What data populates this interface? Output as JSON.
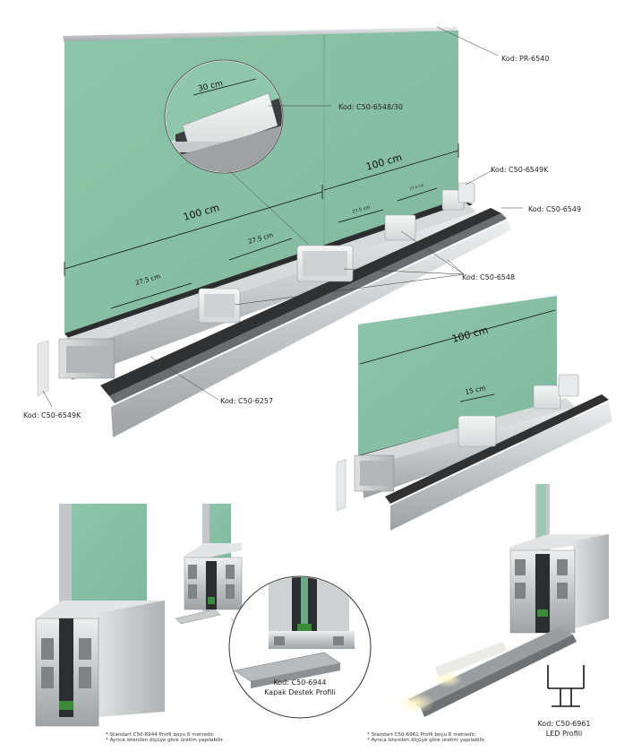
{
  "labels": {
    "pr6540": "Kod: PR-6540",
    "c50_6548_30": "Kod: C50-6548/30",
    "c50_6549k_top": "Kod: C50-6549K",
    "c50_6549": "Kod: C50-6549",
    "c50_6548": "Kod: C50-6548",
    "c50_6257": "Kod: C50-6257",
    "c50_6549k_left": "Kod: C50-6549K",
    "c50_6944": "Kod: C50-6944",
    "kapak": "Kapak Destek Profili",
    "c50_6961": "Kod: C50-6961",
    "led": "LED Profili"
  },
  "dimensions": {
    "d30": "30 cm",
    "d100a": "100 cm",
    "d100b": "100 cm",
    "d27a": "27.5 cm",
    "d27b": "27.5 cm",
    "d27c": "27.5 cm",
    "d27d": "27.5 cm",
    "d100c": "100 cm",
    "d15": "15 cm"
  },
  "notes": {
    "left_line1": "* Standart C50-6944 Profil boyu 6 metredir.",
    "left_line2": "* Ayrıca istenilen ölçüye göre üretim yapılabilir.",
    "right_line1": "* Standart C50-6961 Profil boyu 6 metredir.",
    "right_line2": "* Ayrıca istenilen ölçüye göre üretim yapılabilir."
  },
  "colors": {
    "glass": "#8fc7ac",
    "aluminium": "#c9cbcc",
    "dark": "#2a2b2c"
  }
}
